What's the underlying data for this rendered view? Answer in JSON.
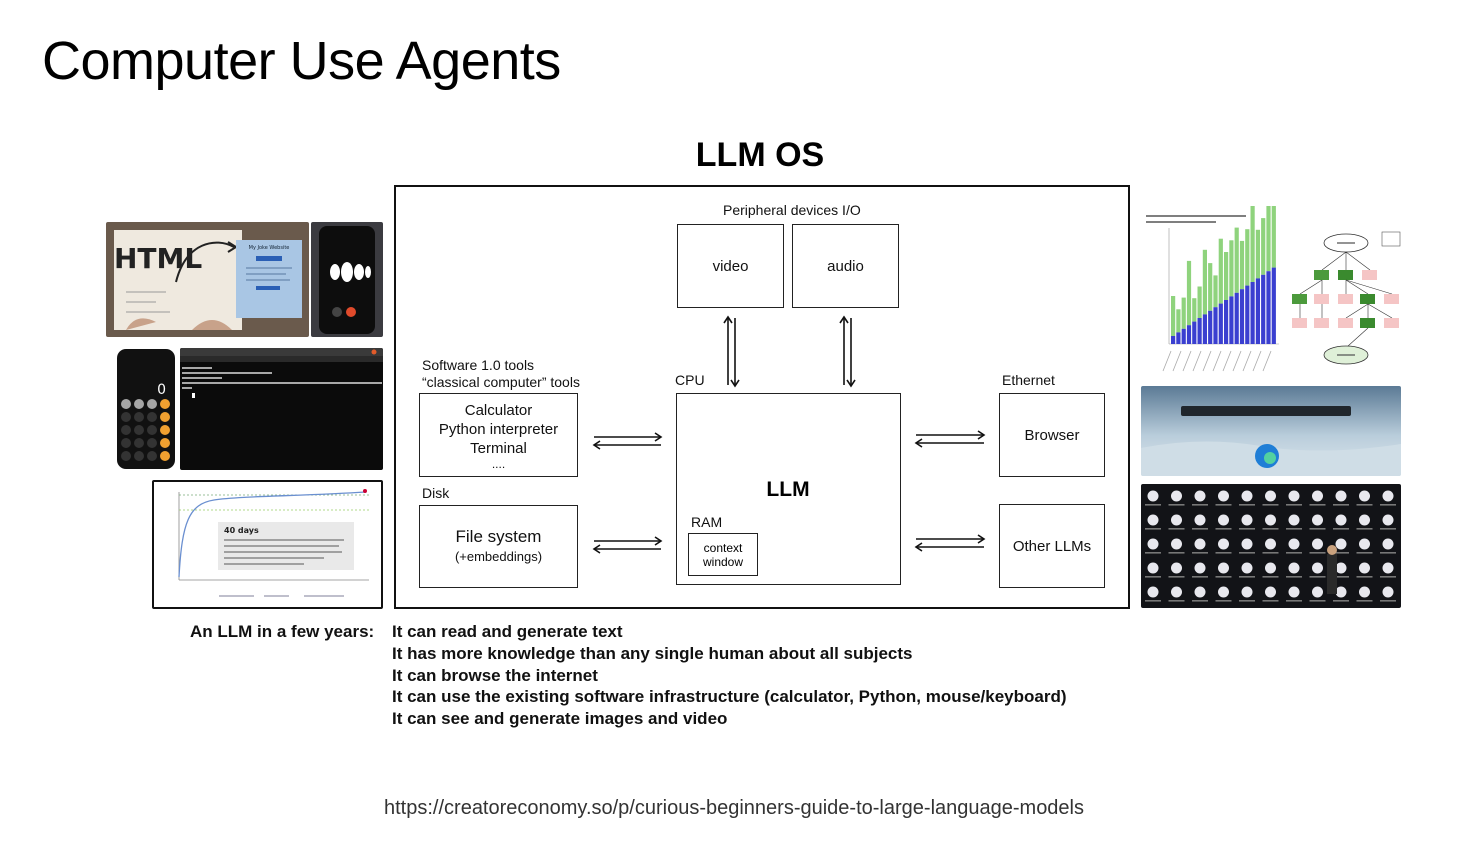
{
  "slide": {
    "title": "Computer Use Agents",
    "source_url": "https://creatoreconomy.so/p/curious-beginners-guide-to-large-language-models"
  },
  "diagram": {
    "title": "LLM OS",
    "peripheral_label": "Peripheral devices I/O",
    "video": "video",
    "audio": "audio",
    "software_label_1": "Software 1.0 tools",
    "software_label_2": "“classical computer” tools",
    "tools": [
      "Calculator",
      "Python interpreter",
      "Terminal",
      "...."
    ],
    "cpu_label": "CPU",
    "llm": "LLM",
    "ram_label": "RAM",
    "context_window_1": "context",
    "context_window_2": "window",
    "disk_label": "Disk",
    "file_system": "File system",
    "embeddings": "(+embeddings)",
    "ethernet_label": "Ethernet",
    "browser": "Browser",
    "other_llms": "Other LLMs"
  },
  "capabilities": {
    "label": "An LLM in a few years:",
    "items": [
      "It can read and generate text",
      "It has more knowledge than any single human about all subjects",
      "It can browse the internet",
      "It can use the existing software infrastructure (calculator, Python, mouse/keyboard)",
      "It can see and generate images and video"
    ]
  },
  "thumbnails": {
    "html_sketch": {
      "sketch_text": "HTML",
      "page_title": "My Joke Website"
    },
    "alphago_chart": {
      "annotation_title": "40 days"
    },
    "colors": {
      "green_bar": "#8fd37d",
      "blue_bar": "#3a3fd0",
      "terminal_bg": "#0b0b0b",
      "node_green": "#3a8a2e"
    }
  }
}
